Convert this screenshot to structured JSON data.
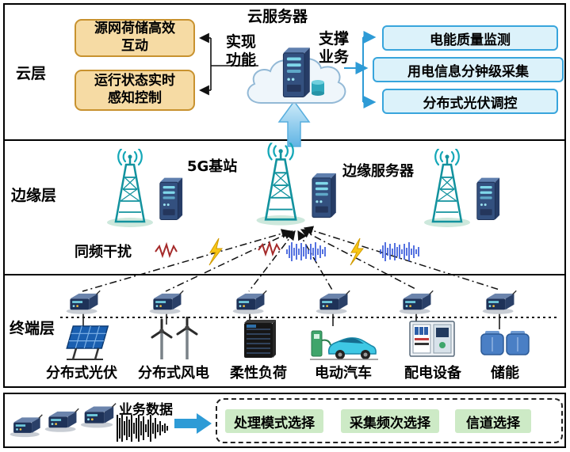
{
  "colors": {
    "orange_box_fill": "#F6DBA4",
    "orange_box_border": "#C8922F",
    "blue_box_fill": "#DCF2FA",
    "blue_box_border": "#38A5DC",
    "green_box_fill": "#CDEAC6",
    "arrow_blue": "#2E9BD6",
    "tower_teal": "#12A0AE"
  },
  "cloud_layer": {
    "layer_label": "云层",
    "server_title": "云服务器",
    "function_label": "实现功能",
    "business_label": "支撑业务",
    "function_boxes": [
      "源网荷储高效互动",
      "运行状态实时感知控制"
    ],
    "business_boxes": [
      "电能质量监测",
      "用电信息分钟级采集",
      "分布式光伏调控"
    ]
  },
  "edge_layer": {
    "layer_label": "边缘层",
    "station_label": "5G基站",
    "server_label": "边缘服务器",
    "interference_label": "同频干扰"
  },
  "terminal_layer": {
    "layer_label": "终端层",
    "devices": [
      {
        "label": "分布式光伏",
        "icon": "solar-panel-icon"
      },
      {
        "label": "分布式风电",
        "icon": "wind-turbine-icon"
      },
      {
        "label": "柔性负荷",
        "icon": "flexible-load-icon"
      },
      {
        "label": "电动汽车",
        "icon": "electric-vehicle-icon"
      },
      {
        "label": "配电设备",
        "icon": "distribution-equipment-icon"
      },
      {
        "label": "储能",
        "icon": "energy-storage-icon"
      }
    ]
  },
  "bottom_panel": {
    "data_label": "业务数据",
    "option_boxes": [
      "处理模式选择",
      "采集频次选择",
      "信道选择"
    ]
  }
}
